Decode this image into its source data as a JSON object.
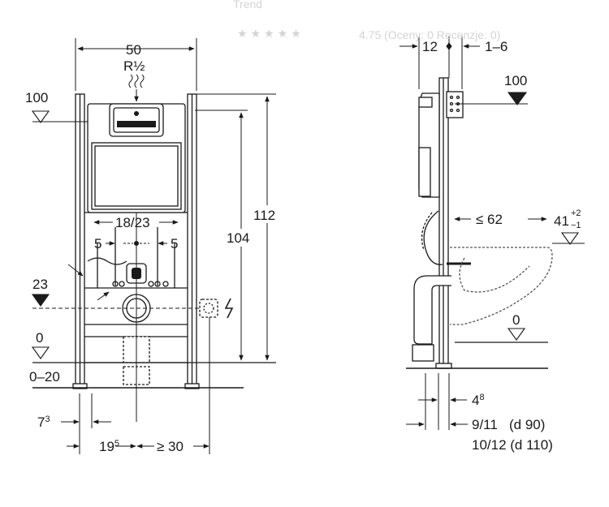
{
  "background": {
    "trend_label": "Trend",
    "rating_text": "4.75 (Oceny: 0 Recenzje: 0)",
    "stars": 5
  },
  "front_view": {
    "width_label": "50",
    "supply_label_main": "R",
    "supply_label_frac": "½",
    "left_level_top": "100",
    "left_level_mid": "23",
    "left_level_floor": "0",
    "floor_range": "0–20",
    "inner_width_label": "18/23",
    "offset_left": "5",
    "offset_right": "5",
    "height_inner": "104",
    "height_outer": "112",
    "bottom_left_main": "7",
    "bottom_left_sup": "3",
    "bottom_mid_main": "19",
    "bottom_mid_sup": "5",
    "bottom_right": "≥ 30"
  },
  "side_view": {
    "depth_label": "12",
    "adjust_label": "1–6",
    "level_top": "100",
    "bowl_reach": "≤ 62",
    "seat_height_main": "41",
    "seat_height_plus": "+2",
    "seat_height_minus": "−1",
    "floor_level": "0",
    "bottom_label_main": "4",
    "bottom_label_sup": "8",
    "pipe_label_1": "9/11   (d 90)",
    "pipe_label_2": "10/12 (d 110)"
  },
  "colors": {
    "line": "#1a1a1a",
    "dashed": "#555555",
    "faded": "#d4d4d4"
  }
}
